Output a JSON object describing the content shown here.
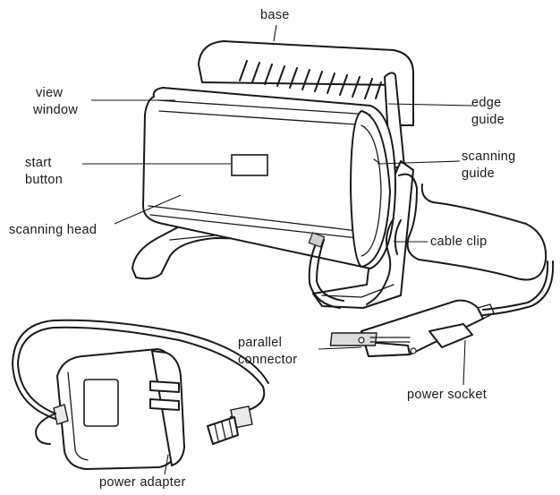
{
  "labels": {
    "base": "base",
    "view_window": [
      "view",
      "window"
    ],
    "edge_guide": [
      "edge",
      "guide"
    ],
    "start_button": [
      "start",
      "button"
    ],
    "scanning_guide": [
      "scanning",
      "guide"
    ],
    "scanning_head": "scanning head",
    "cable_clip": "cable clip",
    "parallel_connector": [
      "parallel",
      "connector"
    ],
    "power_socket": "power socket",
    "power_adapter": "power adapter"
  }
}
